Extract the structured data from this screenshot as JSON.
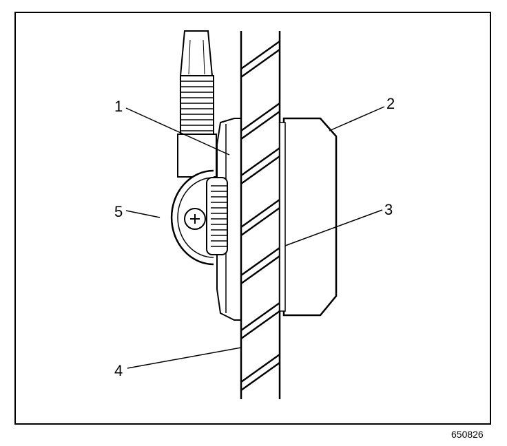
{
  "diagram": {
    "callouts": [
      {
        "id": "1",
        "label": "1"
      },
      {
        "id": "2",
        "label": "2"
      },
      {
        "id": "3",
        "label": "3"
      },
      {
        "id": "4",
        "label": "4"
      },
      {
        "id": "5",
        "label": "5"
      }
    ],
    "figure_id": "650826"
  }
}
